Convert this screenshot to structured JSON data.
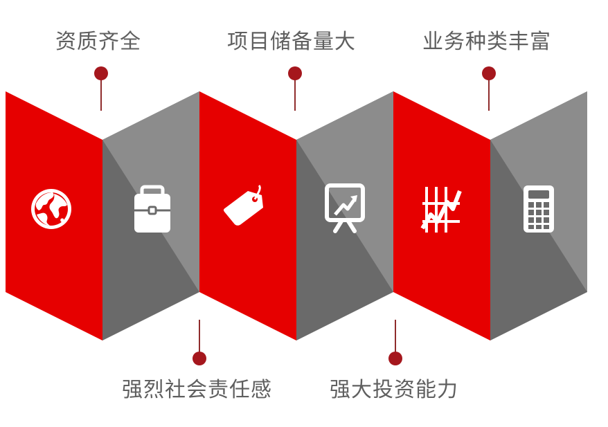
{
  "colors": {
    "red": "#e60000",
    "gray_dark": "#6a6a6a",
    "gray_light": "#8c8c8c",
    "dot": "#a5171d",
    "label": "#5f5f5f",
    "icon": "#ffffff"
  },
  "panels": [
    {
      "color": "red",
      "icon": "globe-icon"
    },
    {
      "color": "gray",
      "icon": "briefcase-icon"
    },
    {
      "color": "red",
      "icon": "price-tag-icon"
    },
    {
      "color": "gray",
      "icon": "presentation-chart-icon"
    },
    {
      "color": "red",
      "icon": "stock-chart-icon"
    },
    {
      "color": "gray",
      "icon": "calculator-icon"
    }
  ],
  "labels": {
    "top_1": "资质齐全",
    "top_2": "项目储备量大",
    "top_3": "业务种类丰富",
    "bottom_1": "强烈社会责任感",
    "bottom_2": "强大投资能力"
  }
}
